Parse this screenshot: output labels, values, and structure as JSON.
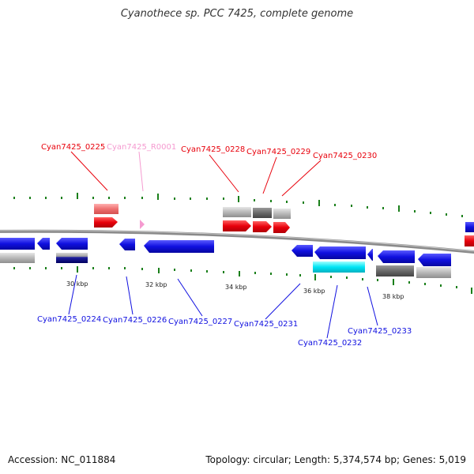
{
  "title": "Cyanothece sp. PCC 7425, complete genome",
  "footer": {
    "accession": "Accession: NC_011884",
    "summary": "Topology: circular; Length: 5,374,574 bp; Genes: 5,019"
  },
  "colors": {
    "forward_gene": "#e8000b",
    "reverse_gene": "#1010e0",
    "rna_gene": "#f59ad0",
    "gray_feature": "#b8b8b8",
    "dark_gray_feature": "#6a6a6a",
    "cyan_feature": "#00e5f5",
    "tick": "#1a7f1a",
    "backbone": "#888888"
  },
  "scale": {
    "ticks": [
      {
        "label": "30 kbp"
      },
      {
        "label": "32 kbp"
      },
      {
        "label": "34 kbp"
      },
      {
        "label": "36 kbp"
      },
      {
        "label": "38 kbp"
      }
    ]
  },
  "genes_top": [
    {
      "name": "Cyan7425_0225",
      "type": "forward"
    },
    {
      "name": "Cyan7425_R0001",
      "type": "rna"
    },
    {
      "name": "Cyan7425_0228",
      "type": "forward"
    },
    {
      "name": "Cyan7425_0229",
      "type": "forward"
    },
    {
      "name": "Cyan7425_0230",
      "type": "forward"
    }
  ],
  "genes_bottom": [
    {
      "name": "Cyan7425_0224",
      "type": "reverse"
    },
    {
      "name": "Cyan7425_0226",
      "type": "reverse"
    },
    {
      "name": "Cyan7425_0227",
      "type": "reverse"
    },
    {
      "name": "Cyan7425_0231",
      "type": "reverse"
    },
    {
      "name": "Cyan7425_0232",
      "type": "reverse"
    },
    {
      "name": "Cyan7425_0233",
      "type": "reverse"
    }
  ]
}
